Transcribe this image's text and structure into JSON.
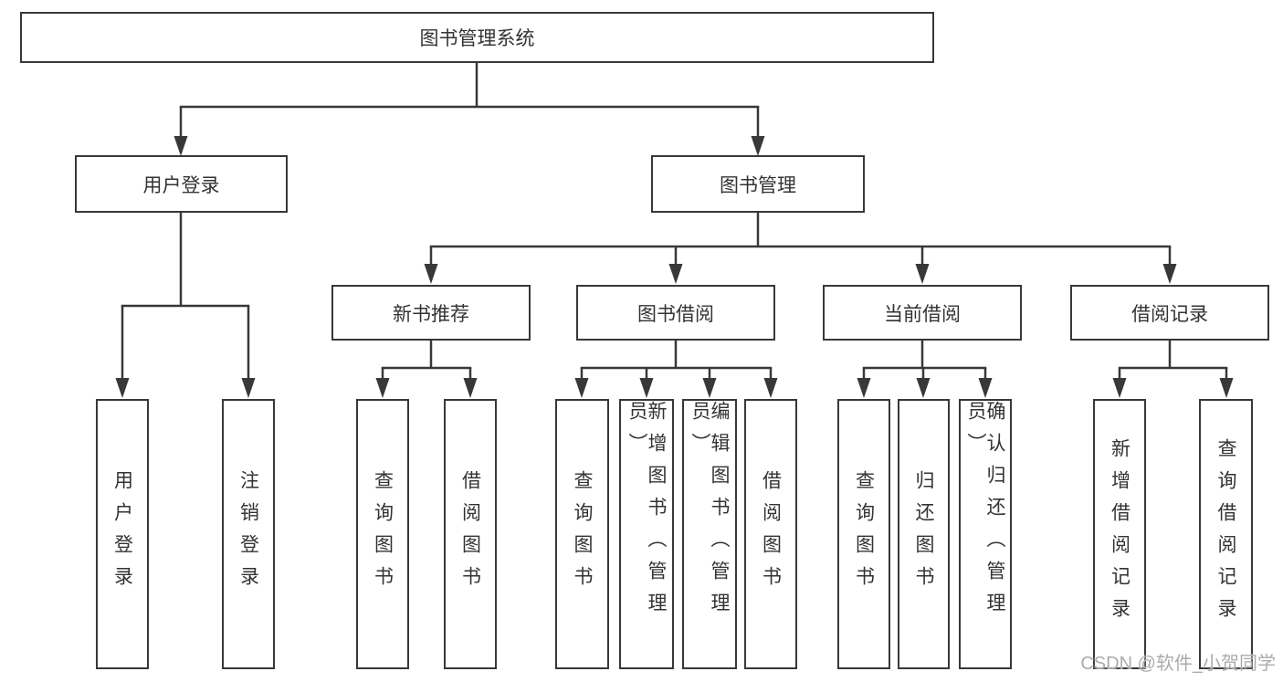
{
  "colors": {
    "line": "#383838",
    "box_border": "#383838",
    "text": "#333333",
    "background": "#ffffff",
    "watermark": "#ababab"
  },
  "root": {
    "label": "图书管理系统"
  },
  "branches": {
    "userLogin": {
      "label": "用户登录"
    },
    "bookMgmt": {
      "label": "图书管理"
    }
  },
  "modules": {
    "newBook": {
      "label": "新书推荐"
    },
    "bookBorrow": {
      "label": "图书借阅"
    },
    "currentBorrow": {
      "label": "当前借阅"
    },
    "borrowRecord": {
      "label": "借阅记录"
    }
  },
  "leaves": {
    "userLogin": "用户登录",
    "logout": "注销登录",
    "queryBookA": "查询图书",
    "borrowBookA": "借阅图书",
    "queryBookB": "查询图书",
    "addBook": "新增图书（管理员）",
    "editBook": "编辑图书（管理员）",
    "borrowBookB": "借阅图书",
    "queryBookC": "查询图书",
    "returnBook": "归还图书",
    "confirmReturn": "确认归还（管理员）",
    "addRecord": "新增借阅记录",
    "queryRecord": "查询借阅记录"
  },
  "hierarchy": {
    "图书管理系统": {
      "用户登录": [
        "用户登录",
        "注销登录"
      ],
      "图书管理": {
        "新书推荐": [
          "查询图书",
          "借阅图书"
        ],
        "图书借阅": [
          "查询图书",
          "新增图书（管理员）",
          "编辑图书（管理员）",
          "借阅图书"
        ],
        "当前借阅": [
          "查询图书",
          "归还图书",
          "确认归还（管理员）"
        ],
        "借阅记录": [
          "新增借阅记录",
          "查询借阅记录"
        ]
      }
    }
  },
  "watermark": "CSDN @软件_小贺同学"
}
